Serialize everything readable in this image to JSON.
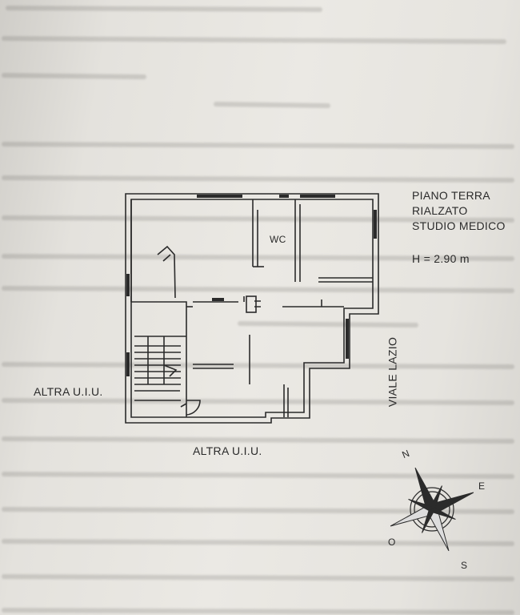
{
  "plan": {
    "floor_lines": [
      "PIANO TERRA",
      "RIALZATO",
      "STUDIO MEDICO"
    ],
    "height_note": "H = 2.90 m",
    "wc_label": "WC",
    "street_label": "VIALE LAZIO",
    "neighbor_left": "ALTRA U.I.U.",
    "neighbor_bottom": "ALTRA U.I.U."
  },
  "compass": {
    "north": "N",
    "east": "E",
    "south": "S",
    "west": "O"
  }
}
